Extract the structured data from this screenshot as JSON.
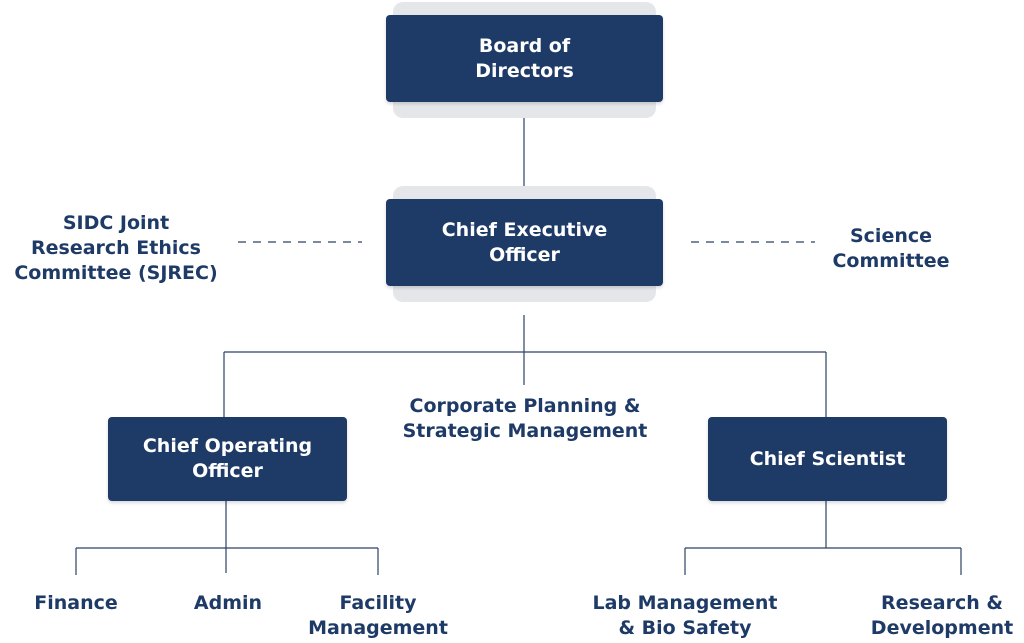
{
  "org_chart": {
    "colors": {
      "box_fill": "#1e3a66",
      "box_text": "#ffffff",
      "label_text": "#1e3a66",
      "line": "#2c4163",
      "shadow": "#e5e6ea"
    },
    "board": {
      "line1": "Board of",
      "line2": "Directors"
    },
    "ceo": {
      "line1": "Chief Executive",
      "line2": "Officer"
    },
    "sjrec": {
      "line1": "SIDC Joint",
      "line2": "Research Ethics",
      "line3": "Committee (SJREC)"
    },
    "science": {
      "line1": "Science",
      "line2": "Committee"
    },
    "corporate": {
      "line1": "Corporate Planning &",
      "line2": "Strategic Management"
    },
    "coo": {
      "line1": "Chief Operating",
      "line2": "Officer"
    },
    "cs": {
      "line1": "Chief Scientist"
    },
    "finance": {
      "line1": "Finance"
    },
    "admin": {
      "line1": "Admin"
    },
    "facility": {
      "line1": "Facility",
      "line2": "Management"
    },
    "lab": {
      "line1": "Lab Management",
      "line2": "& Bio Safety"
    },
    "rnd": {
      "line1": "Research &",
      "line2": "Development"
    }
  }
}
